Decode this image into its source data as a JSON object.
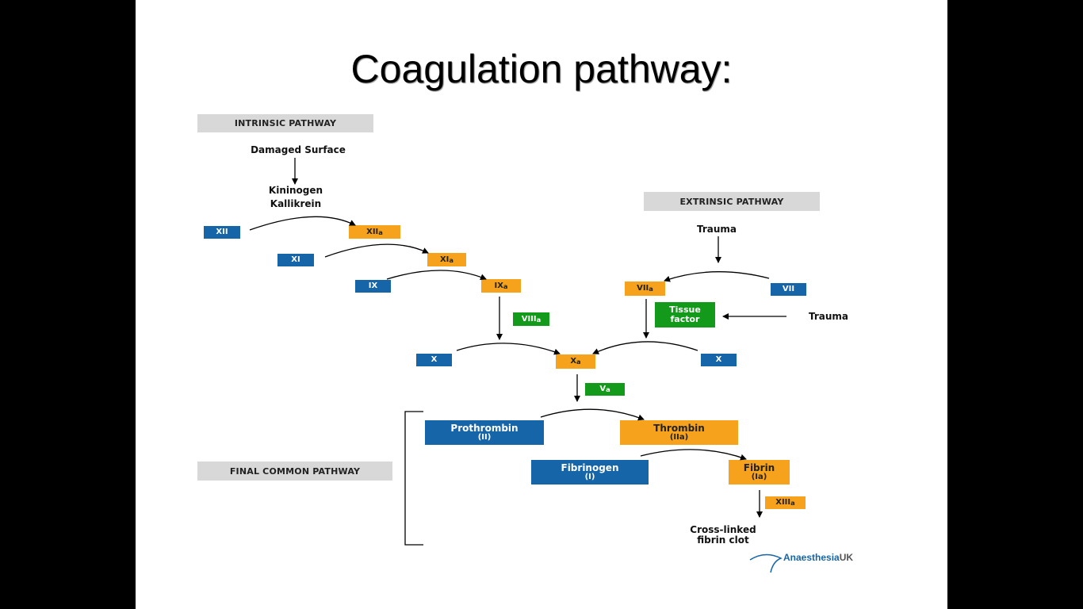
{
  "title": "Coagulation pathway:",
  "headers": {
    "intrinsic": "INTRINSIC PATHWAY",
    "extrinsic": "EXTRINSIC PATHWAY",
    "final": "FINAL COMMON PATHWAY"
  },
  "labels": {
    "damaged_surface": "Damaged Surface",
    "kininogen": "Kininogen",
    "kallikrein": "Kallikrein",
    "trauma_top": "Trauma",
    "trauma_side": "Trauma",
    "clot_line1": "Cross-linked",
    "clot_line2": "fibrin clot"
  },
  "factors": {
    "xii": "XII",
    "xiia": "XII",
    "xiia_sub": "a",
    "xi": "XI",
    "xia": "XI",
    "xia_sub": "a",
    "ix": "IX",
    "ixa": "IX",
    "ixa_sub": "a",
    "viiia": "VIII",
    "viiia_sub": "a",
    "x_left": "X",
    "x_right": "X",
    "xa": "X",
    "xa_sub": "a",
    "va": "V",
    "va_sub": "a",
    "viia": "VII",
    "viia_sub": "a",
    "vii": "VII",
    "tissue_factor_1": "Tissue",
    "tissue_factor_2": "factor",
    "prothrombin": "Prothrombin",
    "prothrombin_num": "(II)",
    "thrombin": "Thrombin",
    "thrombin_num": "(IIa)",
    "fibrinogen": "Fibrinogen",
    "fibrinogen_num": "(I)",
    "fibrin": "Fibrin",
    "fibrin_num": "(Ia)",
    "xiiia": "XIII",
    "xiiia_sub": "a"
  },
  "logo": {
    "main": "Anaesthesia",
    "suffix": "UK"
  },
  "colors": {
    "blue": "#1565a8",
    "orange": "#f7a21c",
    "green": "#139a1b",
    "header_gray": "#d8d8d8"
  }
}
